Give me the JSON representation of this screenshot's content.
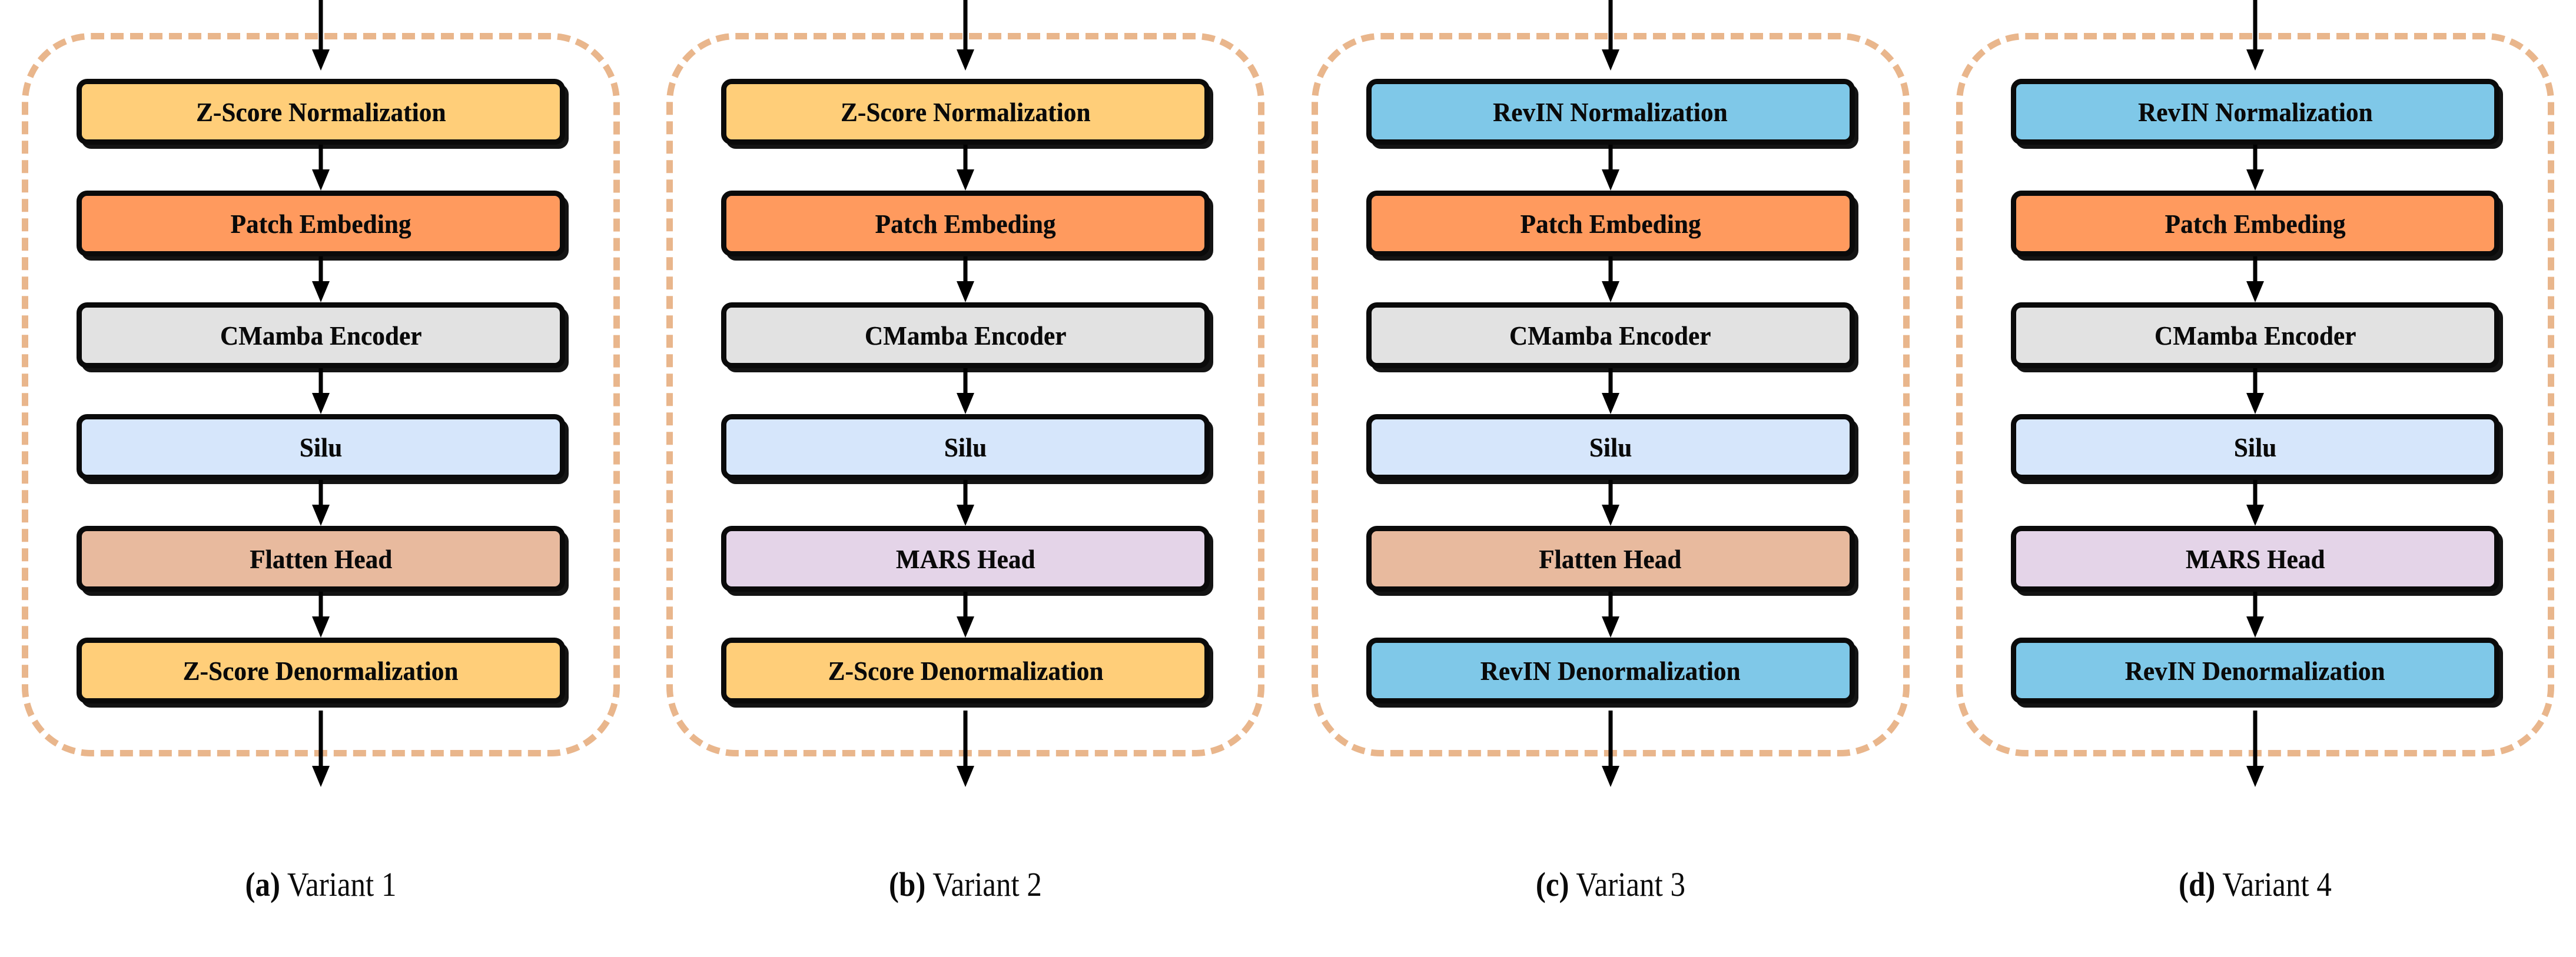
{
  "figure": {
    "type": "diagram",
    "kind": "flowchart-grid",
    "columns": 4,
    "colors": {
      "zscore_norm": "#ffce79",
      "zscore_denorm": "#ffce79",
      "patch_embedding": "#ff9a5e",
      "cmamba_encoder": "#e2e2e2",
      "silu": "#d6e6fb",
      "flatten_head": "#e8ba9e",
      "mars_head": "#e4d4e8",
      "revin": "#7fc8e8",
      "dashed_border": "#e9b68c",
      "node_border": "#0a0a0a",
      "arrow": "#000000",
      "background": "#ffffff"
    },
    "variants": [
      {
        "id": "variant-1",
        "caption_letter": "(a)",
        "caption_text": " Variant 1",
        "nodes": [
          {
            "name": "zscore-normalization",
            "label": "Z-Score Normalization",
            "fill": "#ffce79"
          },
          {
            "name": "patch-embedding",
            "label": "Patch Embeding",
            "fill": "#ff9a5e"
          },
          {
            "name": "cmamba-encoder",
            "label": "CMamba  Encoder",
            "fill": "#e2e2e2"
          },
          {
            "name": "silu",
            "label": "Silu",
            "fill": "#d6e6fb"
          },
          {
            "name": "flatten-head",
            "label": "Flatten Head",
            "fill": "#e8ba9e"
          },
          {
            "name": "zscore-denormalization",
            "label": "Z-Score Denormalization",
            "fill": "#ffce79"
          }
        ]
      },
      {
        "id": "variant-2",
        "caption_letter": "(b)",
        "caption_text": " Variant 2",
        "nodes": [
          {
            "name": "zscore-normalization",
            "label": "Z-Score Normalization",
            "fill": "#ffce79"
          },
          {
            "name": "patch-embedding",
            "label": "Patch Embeding",
            "fill": "#ff9a5e"
          },
          {
            "name": "cmamba-encoder",
            "label": "CMamba  Encoder",
            "fill": "#e2e2e2"
          },
          {
            "name": "silu",
            "label": "Silu",
            "fill": "#d6e6fb"
          },
          {
            "name": "mars-head",
            "label": "MARS Head",
            "fill": "#e4d4e8"
          },
          {
            "name": "zscore-denormalization",
            "label": "Z-Score Denormalization",
            "fill": "#ffce79"
          }
        ]
      },
      {
        "id": "variant-3",
        "caption_letter": "(c)",
        "caption_text": " Variant 3",
        "nodes": [
          {
            "name": "revin-normalization",
            "label": "RevIN Normalization",
            "fill": "#7fc8e8"
          },
          {
            "name": "patch-embedding",
            "label": "Patch Embeding",
            "fill": "#ff9a5e"
          },
          {
            "name": "cmamba-encoder",
            "label": "CMamba  Encoder",
            "fill": "#e2e2e2"
          },
          {
            "name": "silu",
            "label": "Silu",
            "fill": "#d6e6fb"
          },
          {
            "name": "flatten-head",
            "label": "Flatten Head",
            "fill": "#e8ba9e"
          },
          {
            "name": "revin-denormalization",
            "label": "RevIN Denormalization",
            "fill": "#7fc8e8"
          }
        ]
      },
      {
        "id": "variant-4",
        "caption_letter": "(d)",
        "caption_text": " Variant 4",
        "nodes": [
          {
            "name": "revin-normalization",
            "label": "RevIN Normalization",
            "fill": "#7fc8e8"
          },
          {
            "name": "patch-embedding",
            "label": "Patch Embeding",
            "fill": "#ff9a5e"
          },
          {
            "name": "cmamba-encoder",
            "label": "CMamba  Encoder",
            "fill": "#e2e2e2"
          },
          {
            "name": "silu",
            "label": "Silu",
            "fill": "#d6e6fb"
          },
          {
            "name": "mars-head",
            "label": "MARS Head",
            "fill": "#e4d4e8"
          },
          {
            "name": "revin-denormalization",
            "label": "RevIN Denormalization",
            "fill": "#7fc8e8"
          }
        ]
      }
    ]
  }
}
